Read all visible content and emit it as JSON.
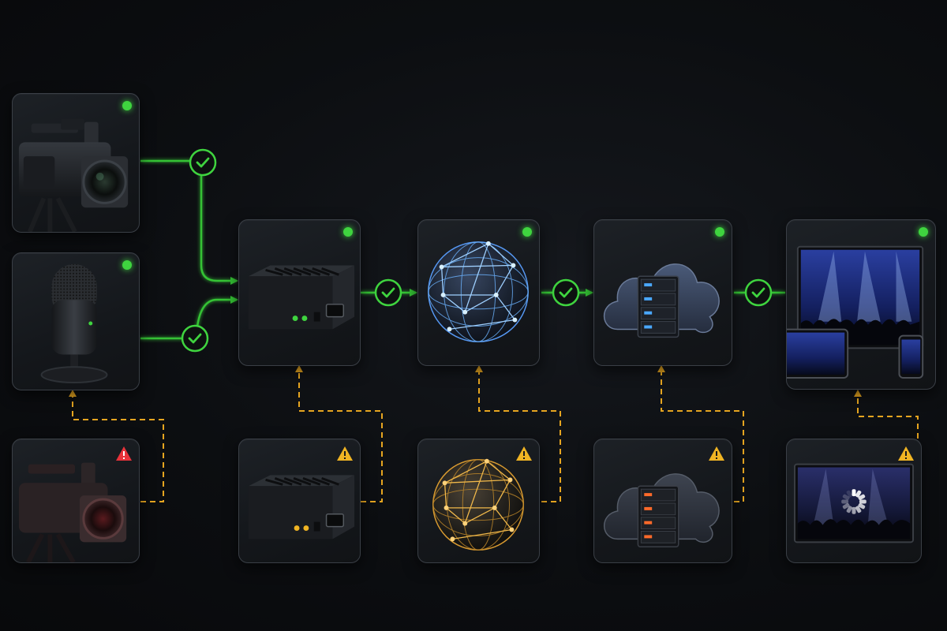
{
  "colors": {
    "ok": "#3fd43f",
    "warning": "#f0b423",
    "error": "#e8323a",
    "line_ok": "#34c234",
    "line_backup": "#e6a520"
  },
  "primary_chain": [
    {
      "id": "camera",
      "icon": "video-camera-icon",
      "status": "ok"
    },
    {
      "id": "microphone",
      "icon": "microphone-icon",
      "status": "ok"
    },
    {
      "id": "encoder",
      "icon": "encoder-box-icon",
      "status": "ok"
    },
    {
      "id": "network",
      "icon": "globe-network-icon",
      "status": "ok"
    },
    {
      "id": "cloud-server",
      "icon": "cloud-server-icon",
      "status": "ok"
    },
    {
      "id": "display-devices",
      "icon": "display-devices-icon",
      "status": "ok"
    }
  ],
  "backup_chain": [
    {
      "id": "camera-backup",
      "icon": "video-camera-icon",
      "status": "error"
    },
    {
      "id": "encoder-backup",
      "icon": "encoder-box-icon",
      "status": "warning"
    },
    {
      "id": "network-backup",
      "icon": "globe-network-icon",
      "status": "warning"
    },
    {
      "id": "cloud-server-backup",
      "icon": "cloud-server-icon",
      "status": "warning"
    },
    {
      "id": "display-backup",
      "icon": "buffering-display-icon",
      "status": "warning"
    }
  ],
  "connection_checks": [
    "check-icon",
    "check-icon",
    "check-icon",
    "check-icon",
    "check-icon"
  ]
}
